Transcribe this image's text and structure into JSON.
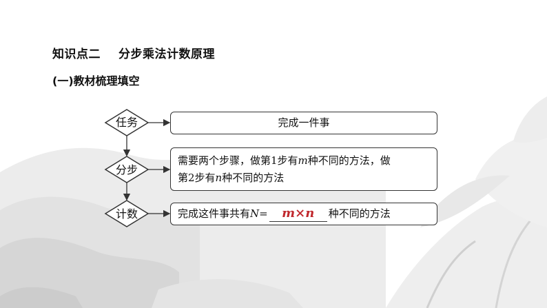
{
  "heading": {
    "label": "知识点二",
    "topic": "分步乘法计数原理"
  },
  "subheading": "(一)教材梳理填空",
  "flow": {
    "task": {
      "label": "任务",
      "text": "完成一件事"
    },
    "steps": {
      "label": "分步",
      "line1_pre": "需要两个步骤，做第1步有",
      "var1": "m",
      "line1_post": "种不同的方法，做",
      "line2_pre": "第2步有",
      "var2": "n",
      "line2_post": "种不同的方法"
    },
    "count": {
      "label": "计数",
      "pre": "完成这件事共有",
      "var": "N",
      "eq": "=",
      "answer_a": "m",
      "answer_op": "×",
      "answer_b": "n",
      "post": "种不同的方法"
    }
  },
  "colors": {
    "answer": "#c0282d",
    "border": "#333333"
  }
}
